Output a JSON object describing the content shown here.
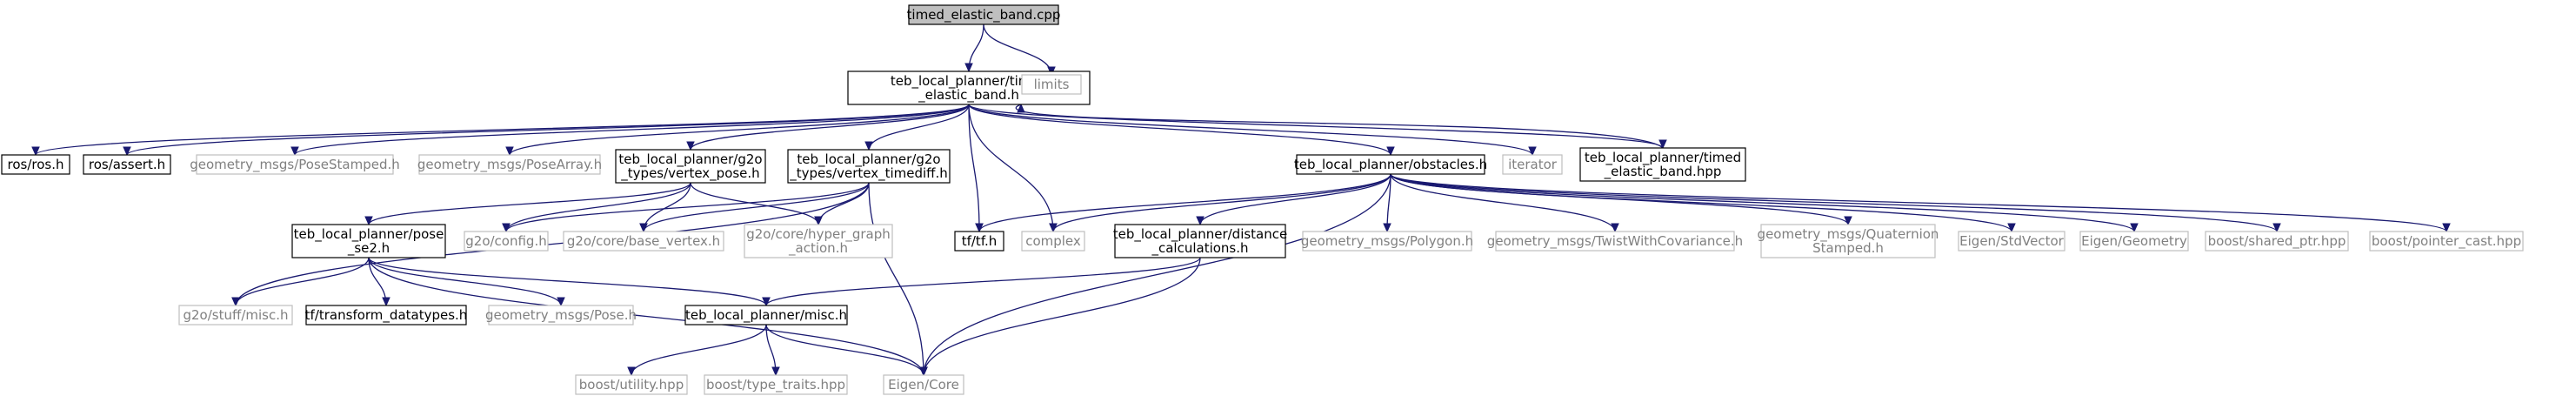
{
  "diagram": {
    "type": "include-dependency-graph",
    "colors": {
      "edge": "#191970",
      "documented_border": "#000000",
      "external_border": "#bfbfbf",
      "root_fill": "#bfbfbf",
      "external_text": "#808080",
      "text": "#000000"
    },
    "nodes": [
      {
        "id": "n0",
        "lines": [
          "timed_elastic_band.cpp"
        ],
        "kind": "root"
      },
      {
        "id": "n1",
        "lines": [
          "teb_local_planner/timed",
          "_elastic_band.h"
        ],
        "kind": "documented"
      },
      {
        "id": "n2",
        "lines": [
          "limits"
        ],
        "kind": "external"
      },
      {
        "id": "n3",
        "lines": [
          "ros/ros.h"
        ],
        "kind": "documented"
      },
      {
        "id": "n4",
        "lines": [
          "ros/assert.h"
        ],
        "kind": "documented"
      },
      {
        "id": "n5",
        "lines": [
          "geometry_msgs/PoseStamped.h"
        ],
        "kind": "external"
      },
      {
        "id": "n6",
        "lines": [
          "geometry_msgs/PoseArray.h"
        ],
        "kind": "external"
      },
      {
        "id": "n7",
        "lines": [
          "teb_local_planner/g2o",
          "_types/vertex_pose.h"
        ],
        "kind": "documented"
      },
      {
        "id": "n8",
        "lines": [
          "teb_local_planner/g2o",
          "_types/vertex_timediff.h"
        ],
        "kind": "documented"
      },
      {
        "id": "n9",
        "lines": [
          "teb_local_planner/obstacles.h"
        ],
        "kind": "documented"
      },
      {
        "id": "n10",
        "lines": [
          "iterator"
        ],
        "kind": "external"
      },
      {
        "id": "n11",
        "lines": [
          "teb_local_planner/timed",
          "_elastic_band.hpp"
        ],
        "kind": "documented"
      },
      {
        "id": "n12",
        "lines": [
          "teb_local_planner/pose",
          "_se2.h"
        ],
        "kind": "documented"
      },
      {
        "id": "n13",
        "lines": [
          "g2o/config.h"
        ],
        "kind": "external"
      },
      {
        "id": "n14",
        "lines": [
          "g2o/core/base_vertex.h"
        ],
        "kind": "external"
      },
      {
        "id": "n15",
        "lines": [
          "g2o/core/hyper_graph",
          "_action.h"
        ],
        "kind": "external"
      },
      {
        "id": "n16",
        "lines": [
          "tf/tf.h"
        ],
        "kind": "documented"
      },
      {
        "id": "n17",
        "lines": [
          "complex"
        ],
        "kind": "external"
      },
      {
        "id": "n18",
        "lines": [
          "teb_local_planner/distance",
          "_calculations.h"
        ],
        "kind": "documented"
      },
      {
        "id": "n19",
        "lines": [
          "geometry_msgs/Polygon.h"
        ],
        "kind": "external"
      },
      {
        "id": "n20",
        "lines": [
          "geometry_msgs/TwistWithCovariance.h"
        ],
        "kind": "external"
      },
      {
        "id": "n21",
        "lines": [
          "geometry_msgs/Quaternion",
          "Stamped.h"
        ],
        "kind": "external"
      },
      {
        "id": "n22",
        "lines": [
          "Eigen/StdVector"
        ],
        "kind": "external"
      },
      {
        "id": "n23",
        "lines": [
          "Eigen/Geometry"
        ],
        "kind": "external"
      },
      {
        "id": "n24",
        "lines": [
          "boost/shared_ptr.hpp"
        ],
        "kind": "external"
      },
      {
        "id": "n25",
        "lines": [
          "boost/pointer_cast.hpp"
        ],
        "kind": "external"
      },
      {
        "id": "n26",
        "lines": [
          "g2o/stuff/misc.h"
        ],
        "kind": "external"
      },
      {
        "id": "n27",
        "lines": [
          "tf/transform_datatypes.h"
        ],
        "kind": "documented"
      },
      {
        "id": "n28",
        "lines": [
          "geometry_msgs/Pose.h"
        ],
        "kind": "external"
      },
      {
        "id": "n29",
        "lines": [
          "teb_local_planner/misc.h"
        ],
        "kind": "documented"
      },
      {
        "id": "n30",
        "lines": [
          "boost/utility.hpp"
        ],
        "kind": "external"
      },
      {
        "id": "n31",
        "lines": [
          "boost/type_traits.hpp"
        ],
        "kind": "external"
      },
      {
        "id": "n32",
        "lines": [
          "Eigen/Core"
        ],
        "kind": "external"
      }
    ],
    "edges": [
      [
        "n0",
        "n1"
      ],
      [
        "n0",
        "n2"
      ],
      [
        "n1",
        "n3"
      ],
      [
        "n1",
        "n4"
      ],
      [
        "n1",
        "n5"
      ],
      [
        "n1",
        "n6"
      ],
      [
        "n1",
        "n7"
      ],
      [
        "n1",
        "n8"
      ],
      [
        "n1",
        "n9"
      ],
      [
        "n1",
        "n10"
      ],
      [
        "n1",
        "n11"
      ],
      [
        "n1",
        "n16"
      ],
      [
        "n1",
        "n17"
      ],
      [
        "n11",
        "n1"
      ],
      [
        "n7",
        "n12"
      ],
      [
        "n7",
        "n13"
      ],
      [
        "n7",
        "n14"
      ],
      [
        "n7",
        "n15"
      ],
      [
        "n8",
        "n13"
      ],
      [
        "n8",
        "n14"
      ],
      [
        "n8",
        "n15"
      ],
      [
        "n8",
        "n32"
      ],
      [
        "n8",
        "n26"
      ],
      [
        "n12",
        "n26"
      ],
      [
        "n12",
        "n27"
      ],
      [
        "n12",
        "n28"
      ],
      [
        "n12",
        "n29"
      ],
      [
        "n12",
        "n32"
      ],
      [
        "n9",
        "n16"
      ],
      [
        "n9",
        "n17"
      ],
      [
        "n9",
        "n18"
      ],
      [
        "n9",
        "n19"
      ],
      [
        "n9",
        "n20"
      ],
      [
        "n9",
        "n21"
      ],
      [
        "n9",
        "n22"
      ],
      [
        "n9",
        "n23"
      ],
      [
        "n9",
        "n24"
      ],
      [
        "n9",
        "n25"
      ],
      [
        "n9",
        "n32"
      ],
      [
        "n18",
        "n29"
      ],
      [
        "n18",
        "n32"
      ],
      [
        "n29",
        "n30"
      ],
      [
        "n29",
        "n31"
      ],
      [
        "n29",
        "n32"
      ]
    ]
  }
}
